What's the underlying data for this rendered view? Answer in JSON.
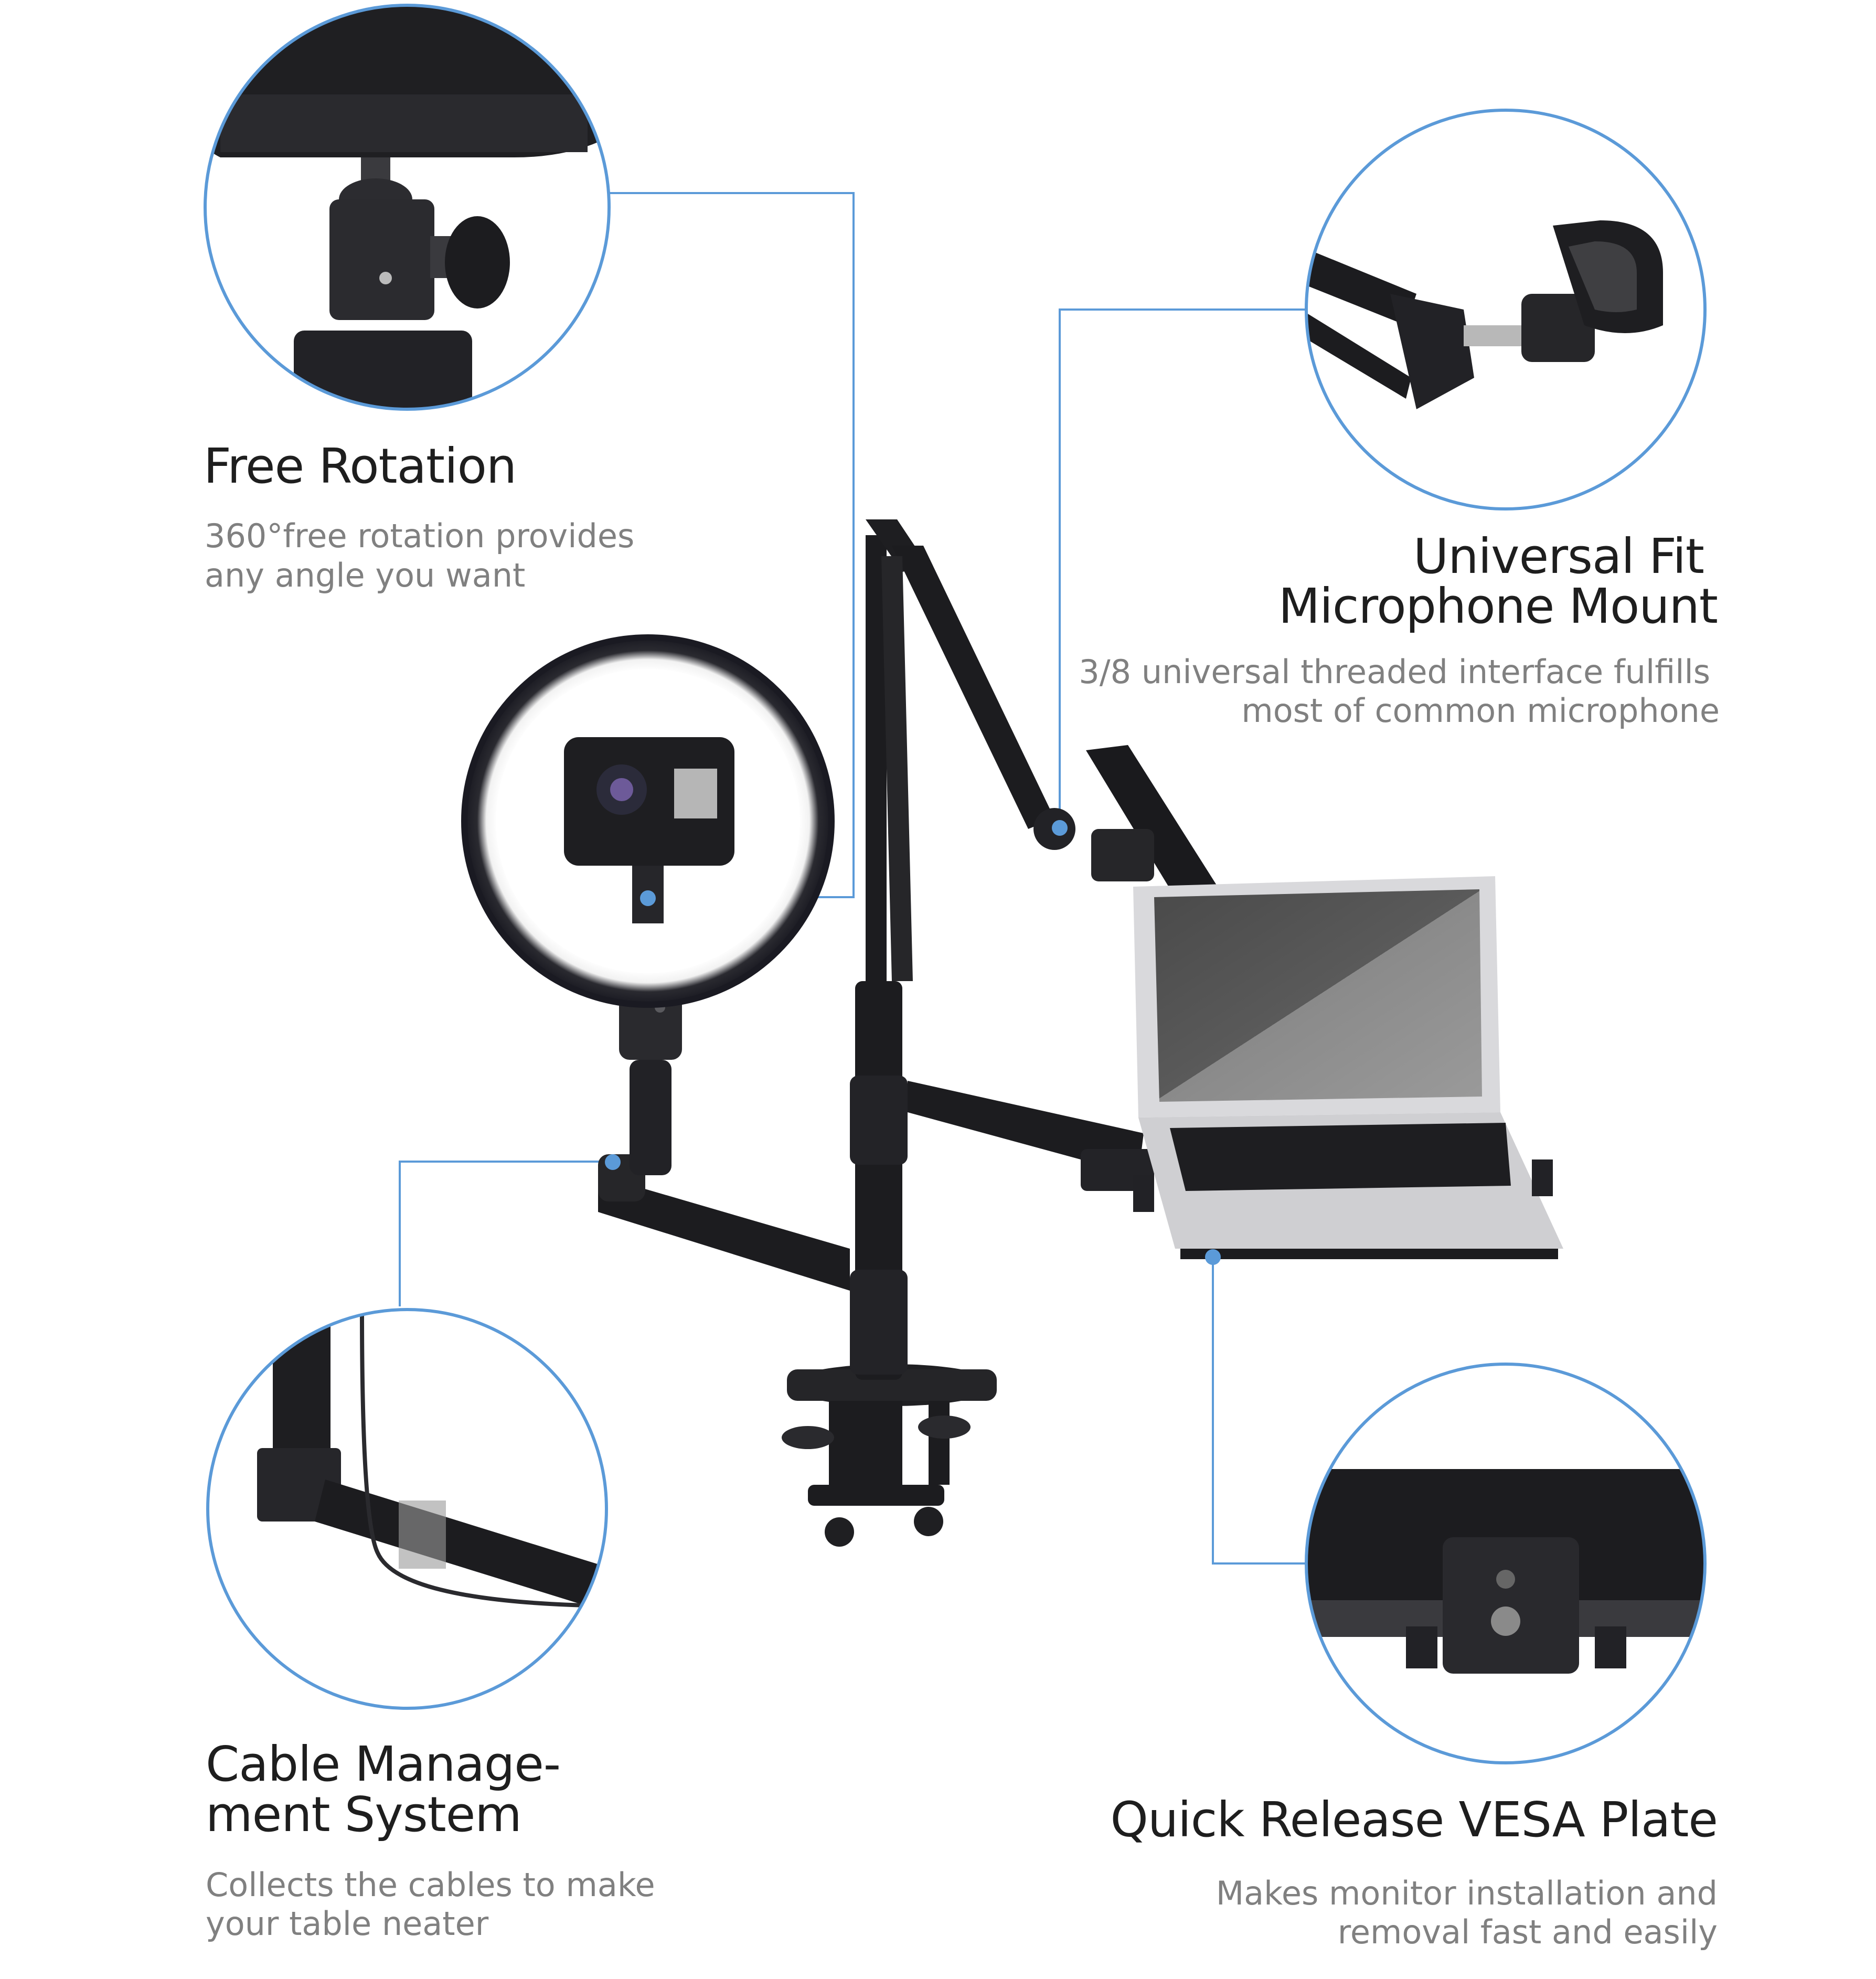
{
  "features": {
    "free_rotation": {
      "title": "Free Rotation",
      "desc_line1": "360°free rotation provides",
      "desc_line2": "any angle you want"
    },
    "mic_mount": {
      "title_line1": "Universal Fit",
      "title_line2": "Microphone Mount",
      "desc_line1": "3/8 universal threaded interface fulfills",
      "desc_line2": "most of common microphone"
    },
    "cable_management": {
      "title_line1": "Cable Manage-",
      "title_line2": "ment System",
      "desc_line1": "Collects the cables to make",
      "desc_line2": "your table neater"
    },
    "vesa_plate": {
      "title": "Quick Release VESA Plate",
      "desc_line1": "Makes monitor installation and",
      "desc_line2": "removal fast and easily"
    }
  },
  "colors": {
    "accent": "#5b9ad8",
    "product": "#1c1c1e",
    "title_text": "#1e1e1e",
    "desc_text": "#808080"
  },
  "icons": [
    "ball-head-icon",
    "mic-clip-icon",
    "cable-clip-icon",
    "vesa-latch-icon"
  ]
}
